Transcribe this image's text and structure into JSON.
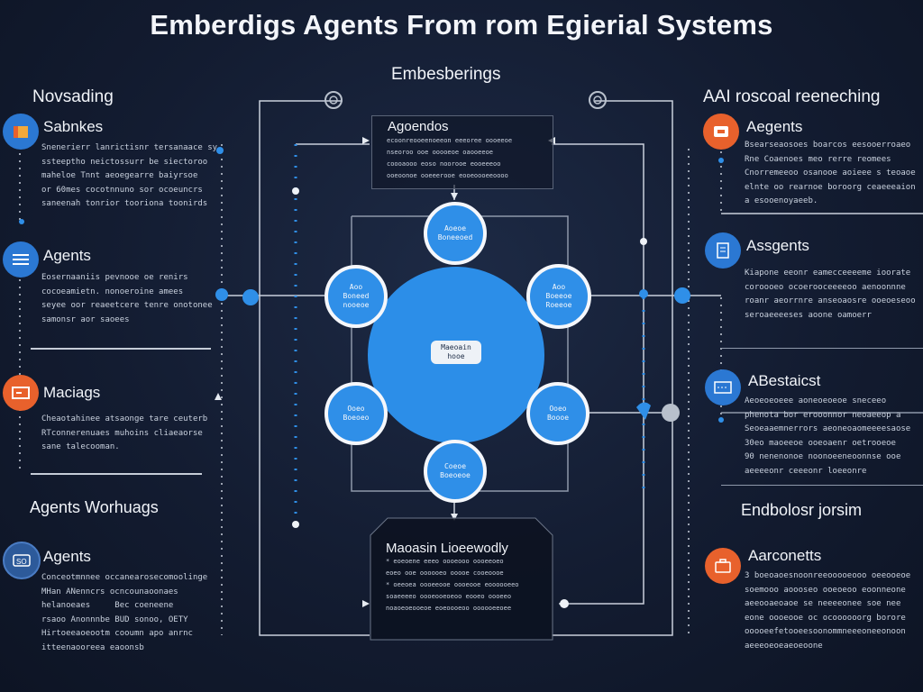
{
  "title": "Emberdigs Agents From rom Egierial Systems",
  "top_center_heading": "Embesberings",
  "left": {
    "heading": "Novsading",
    "items": [
      {
        "title": "Sabnkes",
        "icon": "folder-icon",
        "body": "Snenerierr lanrictisnr tersanaace sy\nssteeptho neictossurr be siectoroo\nmaheloe Tnnt aeoegearre baiyrsoe\nor 60mes cocotnnuno sor ocoeuncrs\nsaneenah tonrior tooriona toonirds"
      },
      {
        "title": "Agents",
        "icon": "list-icon",
        "body": "Eosernaaniis pevnooe oe renirs\ncocoeamietn. nonoeroine amees\nseyee oor reaeetcere tenre onotonee\nsamonsr aor saoees"
      },
      {
        "title": "Maciags",
        "icon": "mail-icon",
        "body": "Cheaotahinee atsaonge tare ceuterb\nRTconnerenuaes muhoins cliaeaorse\nsane talecooman."
      },
      {
        "title": "Agents",
        "icon": "badge-icon",
        "body": "Conceotmnnee occanearosecomoolinge\nMHan ANenncrs ocncounaoonaes\nhelanoeaes     Bec coeneene\nrsaoo Anonnnbe BUD sonoo, OETY\nHirtoeeaoeootm cooumn apo anrnc\nitteenaooreea eaoonsb"
      }
    ],
    "workflow_heading": "Agents Worhuags"
  },
  "right": {
    "heading": "AAI roscoal reeneching",
    "items": [
      {
        "title": "Aegents",
        "icon": "inbox-icon",
        "body": "Bsearseaosoes boarcos eesooerroaeo\nRne Coaenoes meo rerre reomees\nCnorremeeoo osanooe aoieee s teoaoe\nelnte oo rearnoe boroorg ceaeeeaion\na esooenoyaeeb."
      },
      {
        "title": "Assgents",
        "icon": "document-icon",
        "body": "Kiapone eeonr eamecceeeeme ioorate\ncoroooeo ocoerooceeeeoo aenoonnne\nroanr aeorrnre anseoaosre ooeoeseoo\nseroaeeeeses aoone oamoerr"
      },
      {
        "title": "ABestaicst",
        "icon": "monitor-icon",
        "body": "Aeoeoeoeee aoneoeoeoe sneceeo\nphenota bor erooonnor neoaeeop a\nSeoeaaemnerrors aeoneoaomeeeesaose\n30eo maoeeoe ooeoaenr oetrooeoe\n90 nenenonoe noonoeeneoonnse ooe\naeeeeonr ceeeonr loeeonre"
      },
      {
        "title": "Aarconetts",
        "icon": "briefcase-icon",
        "body": "3 boeoaoesnoonreeooooeooo oeeooeoe\nsoemooo aoooseo ooeoeoo eoonneone\naeeooaeoaoe se neeeeonee soe nee\neone oooeooe oc ocoooooorg borore\nooooeefetooeesoonommneeeoneeonoon\naeeeoeoeaeoeoone"
      }
    ],
    "system_heading": "Endbolosr jorsim"
  },
  "top_box": {
    "title": "Agoendos",
    "body": "ecoonreooeenoeeon eeeoree oooeeoe\nnseoroo ooe ooooeoe oaooeeoe\ncoooaooo eoso noorooe eooeeeoo\nooeoonoe ooeeerooe eooeoooeeoooo"
  },
  "bottom_box": {
    "title": "Maoasin Lioeewodly",
    "body": "* eoeoene eeeo oooeooo oooeeoeo\neoeo ooe oooooeo ooooe cooeoooe\n* oeeoea oooeeooe oooeooe eoooooeeo\nsoaeeeeo oooeooeoeoo eooeo oooeeo\nnoaoeoeooeoe eoeoooeoo oooooeeoee"
  },
  "hub": {
    "label": "Maeoain\nhooe",
    "nodes": [
      {
        "label": "Aoeoe\nBoneeoed"
      },
      {
        "label": "Aoo\nBoneed\nnooeoe"
      },
      {
        "label": "Aoo\nBoeeoe\nRoeeoe"
      },
      {
        "label": "Ooeo\nBoeoeo"
      },
      {
        "label": "Ooeo\nBoooe"
      },
      {
        "label": "Coeoe\nBoeoeoe"
      }
    ]
  },
  "colors": {
    "accent": "#2f8fe8",
    "orange": "#e8612c",
    "background": "#131c31"
  }
}
